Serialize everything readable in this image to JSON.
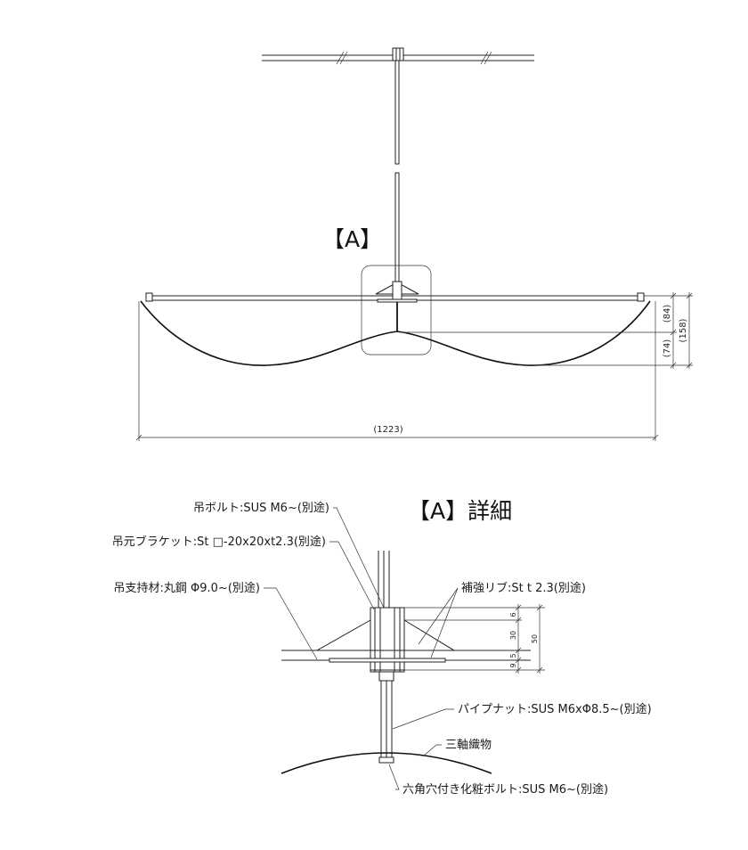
{
  "overview": {
    "detail_marker": "【A】",
    "dims": {
      "width": "(1223)",
      "top_to_center": "(84)",
      "center_to_bottom": "(74)",
      "total_height": "(158)"
    }
  },
  "detail": {
    "title": "【A】詳細",
    "labels": {
      "bolt": "吊ボルト:SUS M6~(別途)",
      "bracket": "吊元ブラケット:St □-20x20xt2.3(別途)",
      "support": "吊支持材:丸鋼 Φ9.0~(別途)",
      "rib": "補強リブ:St t 2.3(別途)",
      "pipe_nut": "パイプナット:SUS M6xΦ8.5~(別途)",
      "fabric": "三軸織物",
      "cap_bolt": "六角穴付き化粧ボルト:SUS M6~(別途)"
    },
    "dims": {
      "d6": "6",
      "d30": "30",
      "d50": "50",
      "d5": "5",
      "d9": "9"
    }
  }
}
